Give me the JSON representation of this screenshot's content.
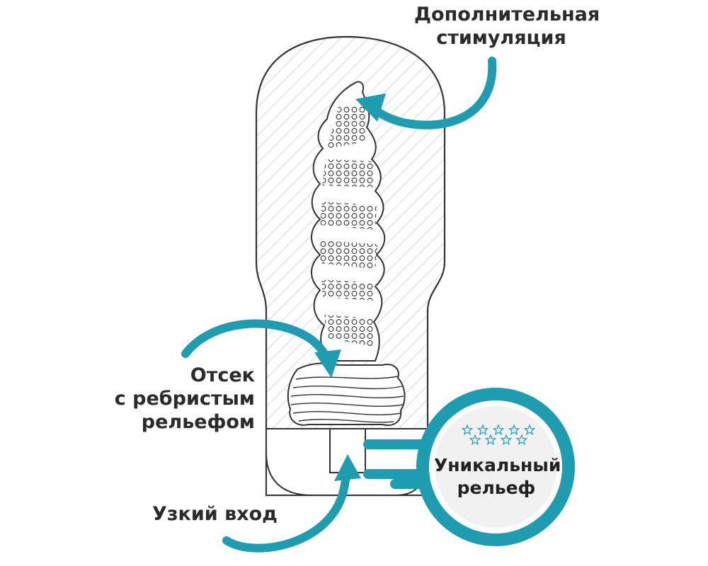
{
  "labels": {
    "extra_stimulation": {
      "line1": "Дополнительная",
      "line2": "стимуляция"
    },
    "ribbed_chamber": {
      "line1": "Отсек",
      "line2": "с ребристым",
      "line3": "рельефом"
    },
    "narrow_entry": "Узкий вход",
    "unique_relief_badge": {
      "line1": "Уникальный",
      "line2": "рельеф"
    }
  },
  "badge": {
    "star_count": 9,
    "star_color": "#2aa3b8"
  },
  "colors": {
    "accent_teal": "#1e9db0",
    "outline": "#333333",
    "hatch": "#b8b8b8",
    "text": "#2b2b2b",
    "badge_fill": "#f1f1f1"
  }
}
